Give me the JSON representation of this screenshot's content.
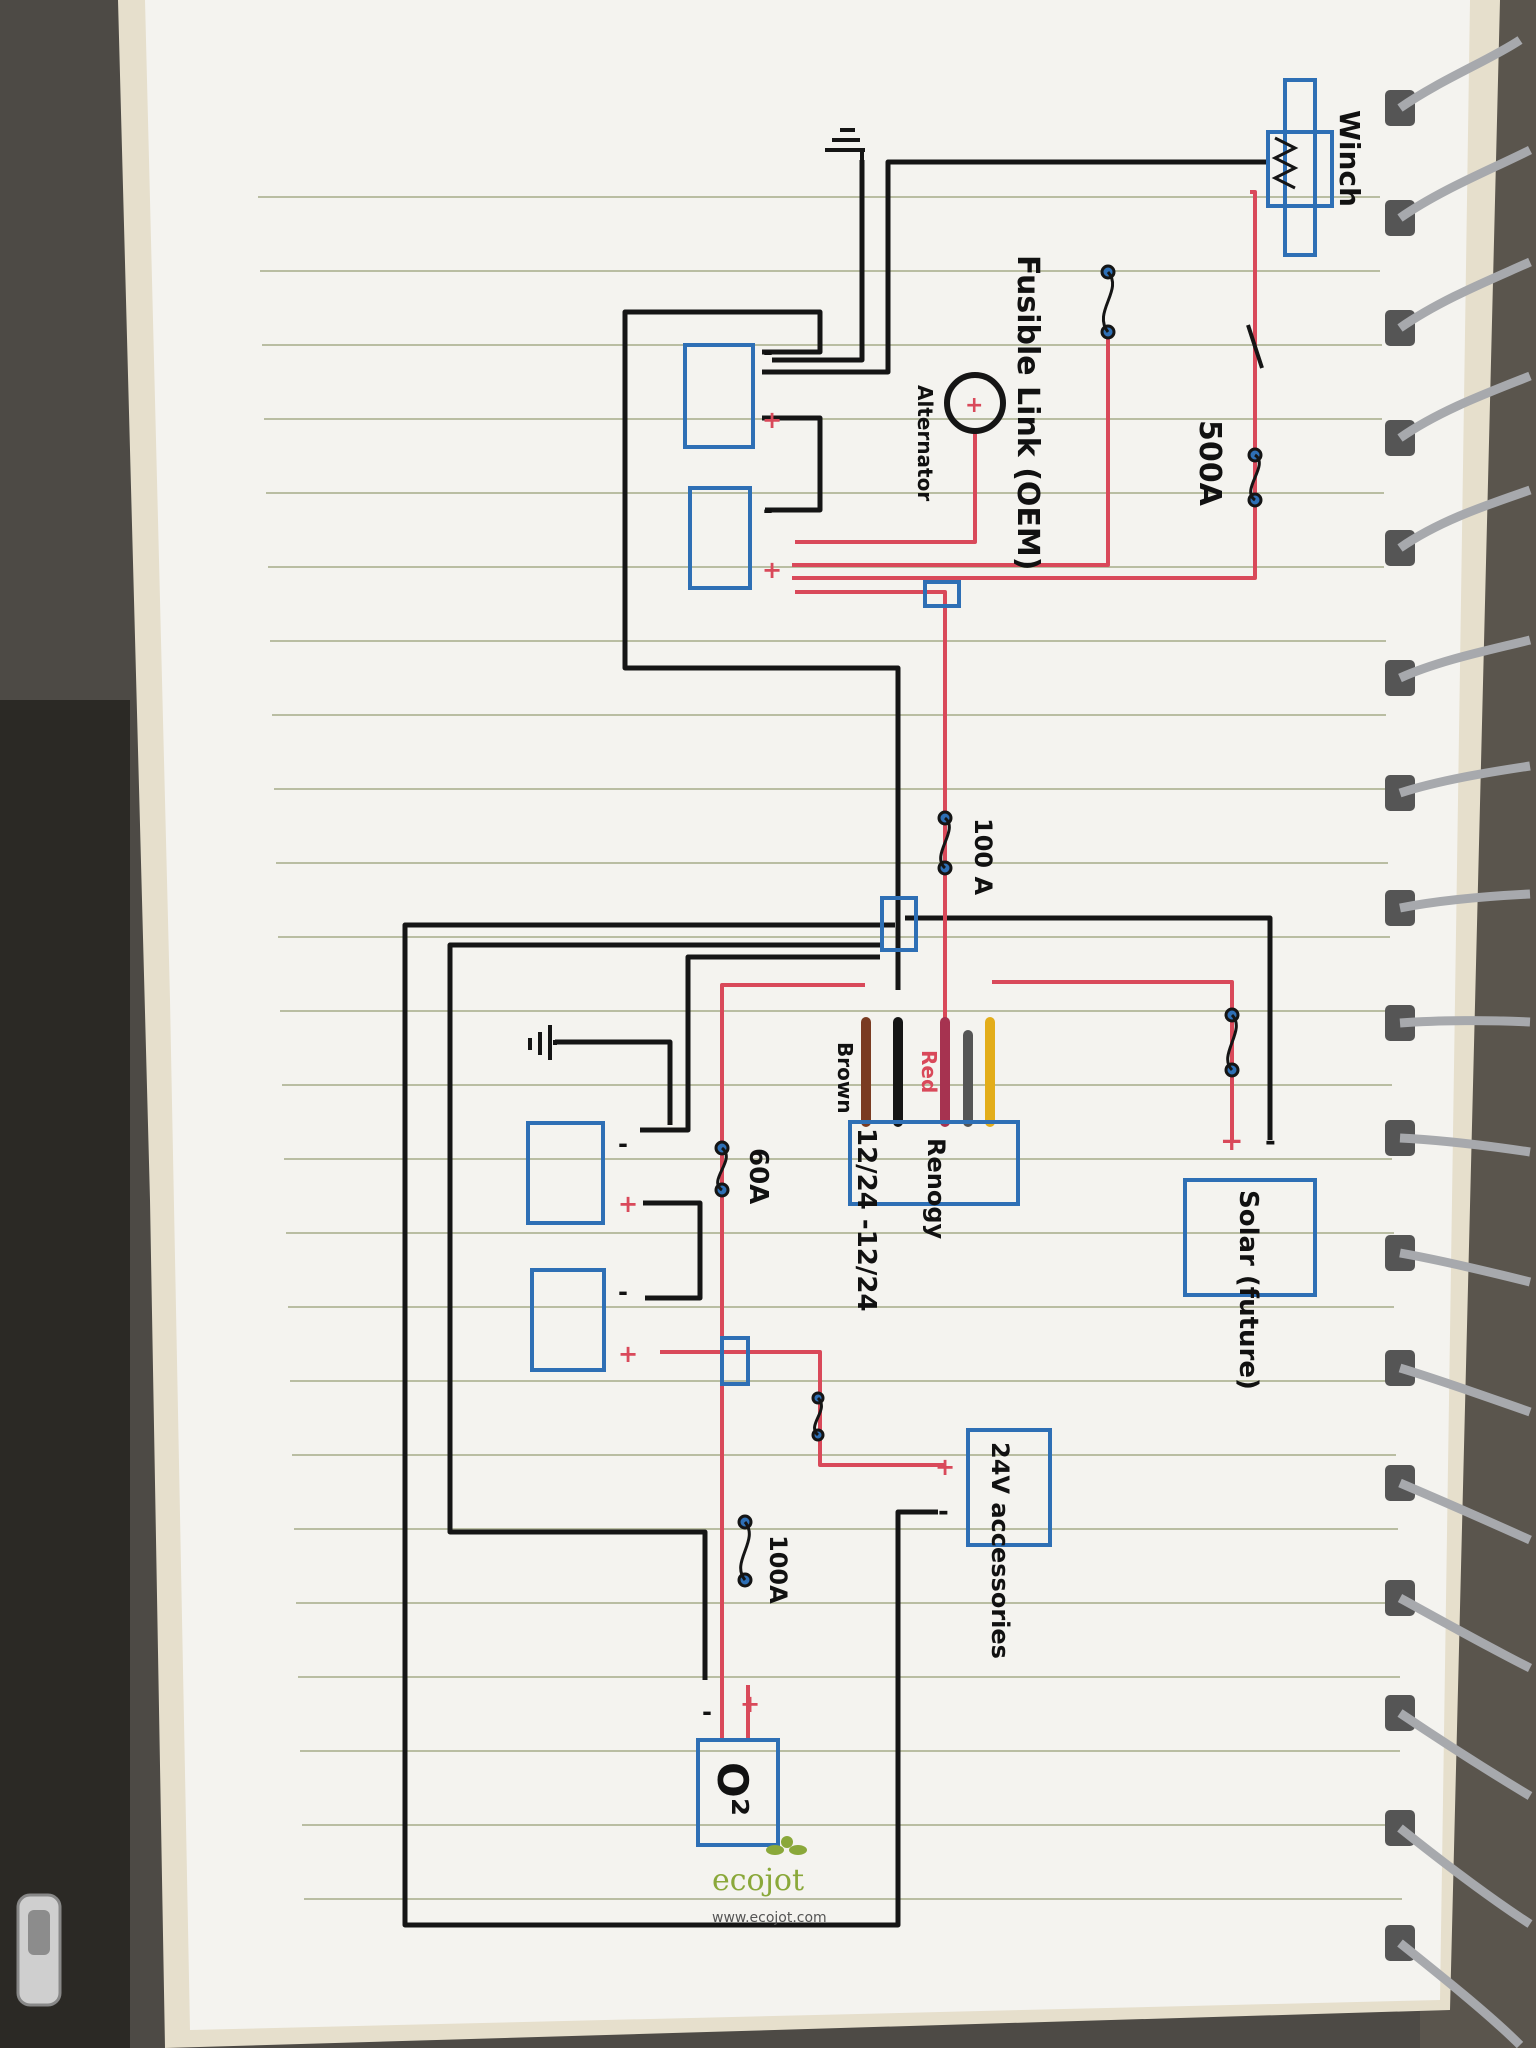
{
  "components": {
    "winch": "Winch",
    "fusible_link": "Fusible Link (OEM)",
    "alternator": "Alternator",
    "renogy": "Renogy",
    "dcdc": "12/24 -12/24",
    "solar": "Solar (future)",
    "accessories_24v": "24V accessories",
    "o2": "O²"
  },
  "fuses": {
    "main": "500A",
    "to_dcdc": "100 A",
    "aux": "60A",
    "o2": "100A"
  },
  "wire_labels": {
    "brown": "Brown",
    "red": "Red"
  },
  "polarity": {
    "positive": "+",
    "negative": "-"
  },
  "logo": {
    "brand": "ecojot",
    "url": "www.ecojot.com"
  },
  "colors": {
    "paper": "#f4f3ef",
    "rule_line": "#b9bda2",
    "ink_black": "#151515",
    "ink_red": "#d9495a",
    "ink_blue": "#2e6fb5",
    "wire_brown": "#7a3b22",
    "wire_yellow": "#e3ad1a",
    "logo_green": "#8aa83a",
    "coil_gray": "#a7a9ad"
  }
}
